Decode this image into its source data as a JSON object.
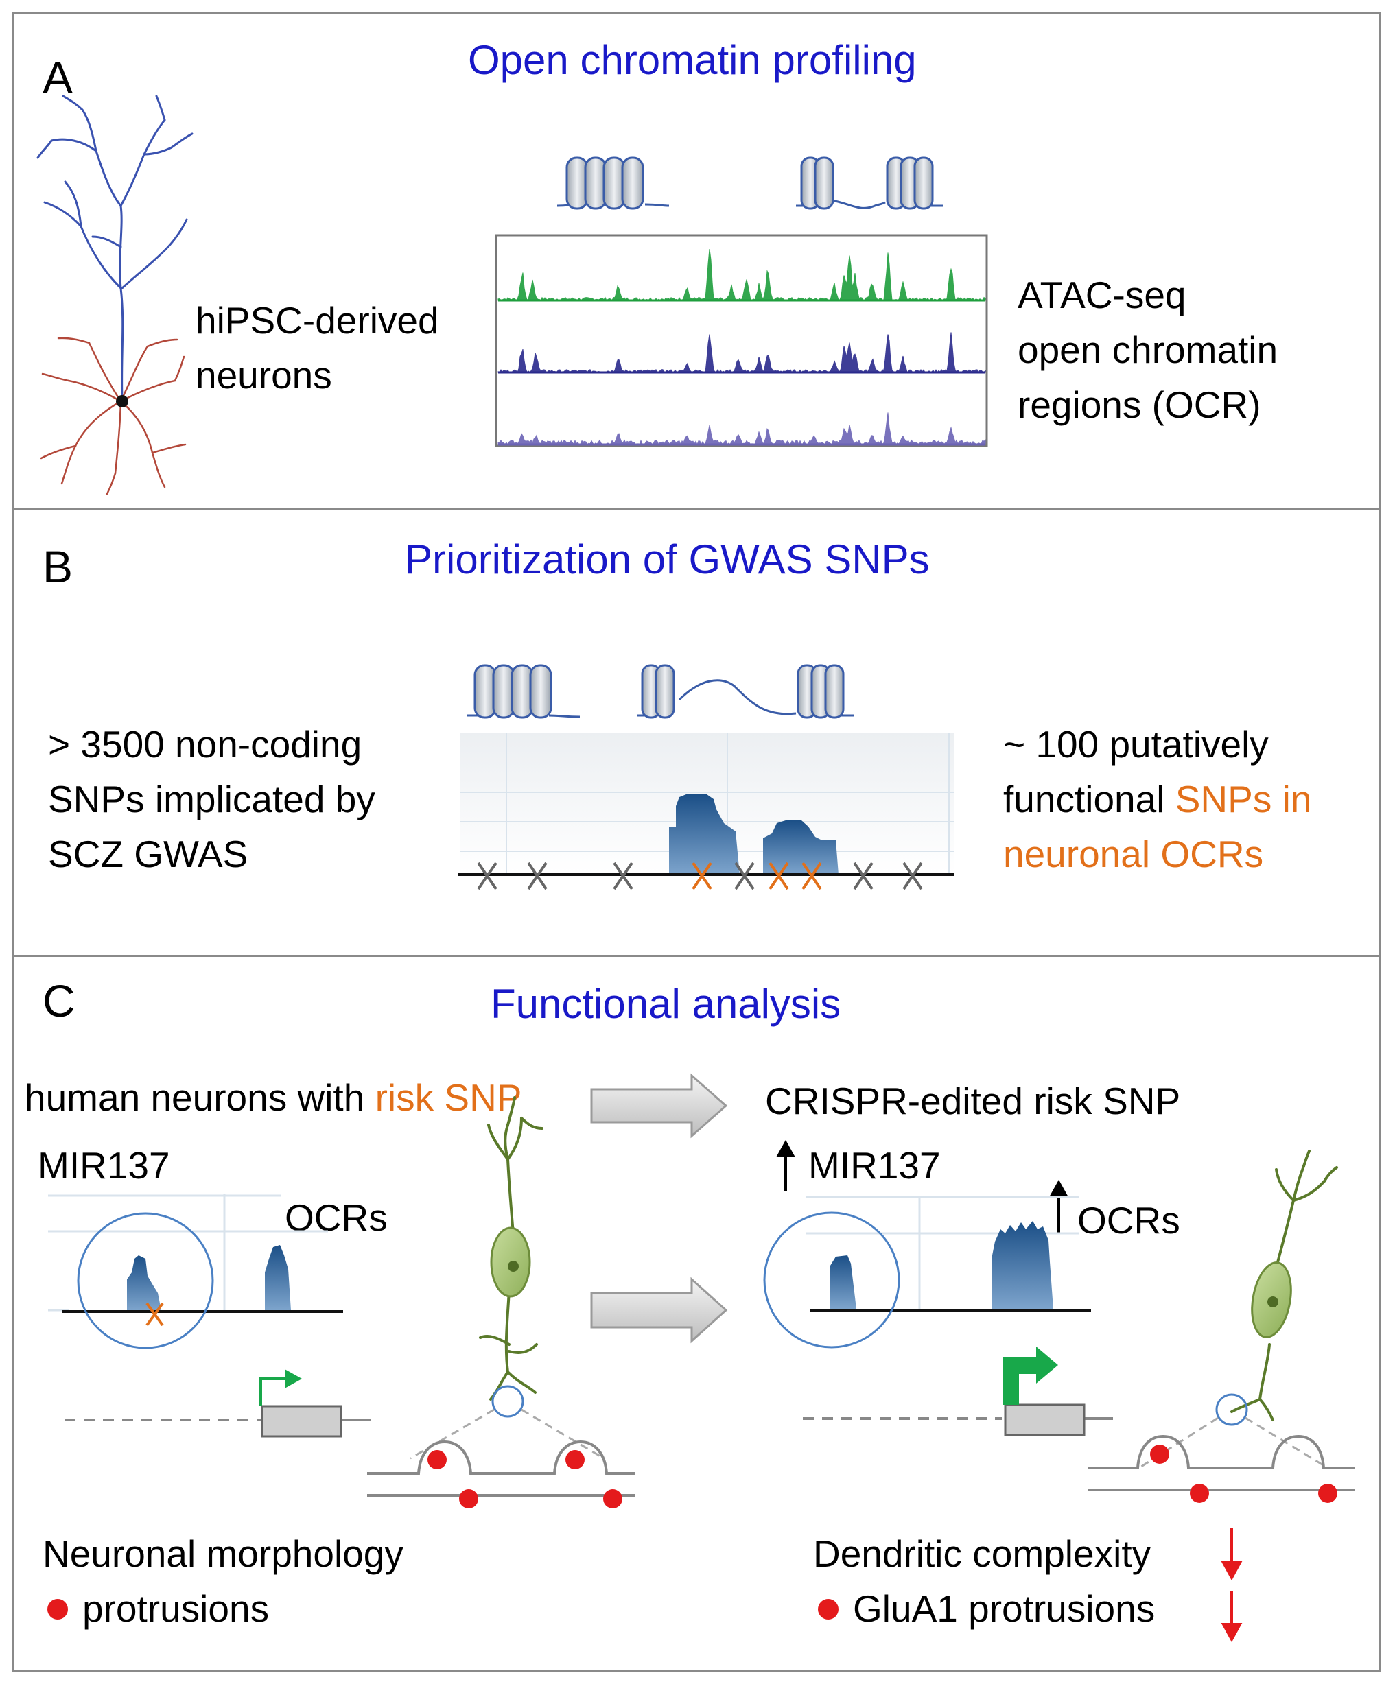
{
  "panelA": {
    "letter": "A",
    "title": "Open chromatin profiling",
    "cell_label_1": "hiPSC-derived",
    "cell_label_2": "neurons",
    "assay_1": "ATAC-seq",
    "assay_2": "open chromatin",
    "assay_3": "regions (OCR)",
    "track_colors": [
      "#1e9e3c",
      "#2a2a8c",
      "#6b63b5"
    ]
  },
  "panelB": {
    "letter": "B",
    "title": "Prioritization of GWAS SNPs",
    "left_1": "> 3500 non-coding",
    "left_2": "SNPs implicated by",
    "left_3": "SCZ GWAS",
    "right_1": "~ 100 putatively",
    "right_2a": "functional ",
    "right_2b": "SNPs in",
    "right_3": "neuronal OCRs"
  },
  "panelC": {
    "letter": "C",
    "title": "Functional analysis",
    "left_header_a": "human neurons with ",
    "left_header_b": "risk SNP",
    "right_header": "CRISPR-edited risk SNP",
    "gene_left": "MIR137",
    "gene_right": "MIR137",
    "ocrs_left": "OCRs",
    "ocrs_right": "OCRs",
    "morph_left": "Neuronal morphology",
    "prot_left": "protrusions",
    "morph_right": "Dendritic complexity",
    "prot_right": "GluA1 protrusions"
  },
  "colors": {
    "title_blue": "#1919c8",
    "snp_orange": "#e2701a",
    "peak_blue": "#1f5a94",
    "neuron_green": "#5a7a2a",
    "arrow_red": "#e41a1c",
    "tss_green": "#18a84a"
  }
}
